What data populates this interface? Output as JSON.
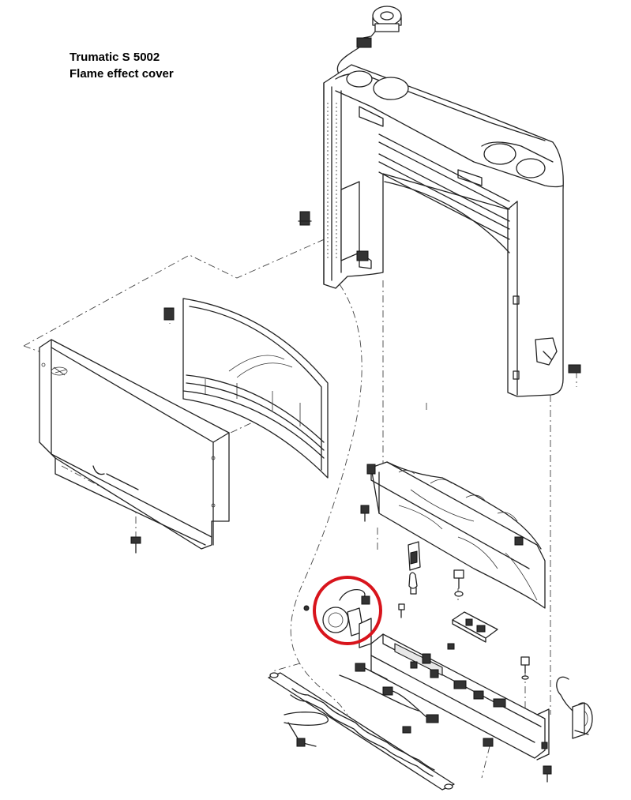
{
  "title": {
    "line1": "Trumatic S 5002",
    "line2": "Flame effect cover"
  },
  "highlight": {
    "color": "#d8141c",
    "part": "flame-effect-motor"
  }
}
